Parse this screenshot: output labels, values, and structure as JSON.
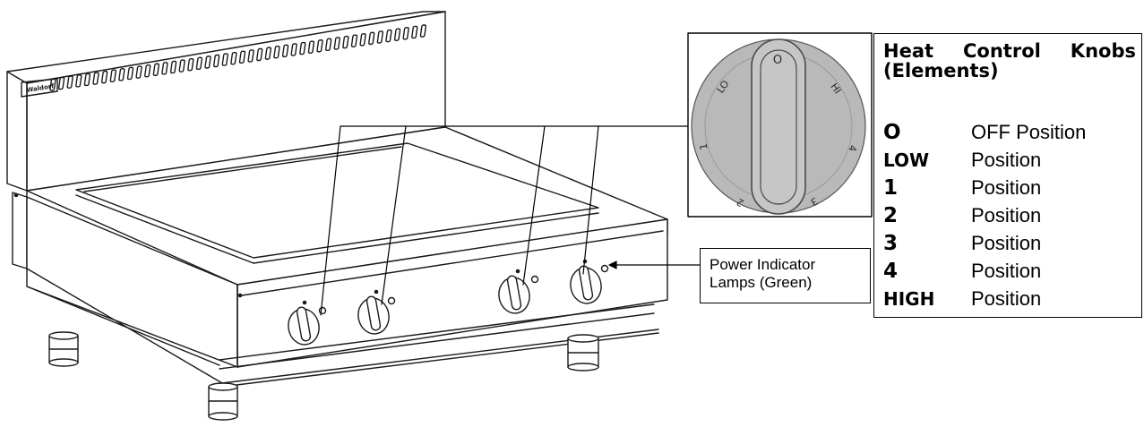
{
  "callout": {
    "line1": "Power Indicator",
    "line2": "Lamps (Green)"
  },
  "legend": {
    "title": "Heat Control Knobs (Elements)",
    "rows": [
      {
        "symbol": "O",
        "description": "OFF Position"
      },
      {
        "symbol": "LOW",
        "description": "Position"
      },
      {
        "symbol": "1",
        "description": "Position"
      },
      {
        "symbol": "2",
        "description": "Position"
      },
      {
        "symbol": "3",
        "description": "Position"
      },
      {
        "symbol": "4",
        "description": "Position"
      },
      {
        "symbol": "HIGH",
        "description": "Position"
      }
    ]
  },
  "knob_dial": {
    "labels": [
      "O",
      "HI",
      "4",
      "3",
      "2",
      "1",
      "LO"
    ]
  }
}
